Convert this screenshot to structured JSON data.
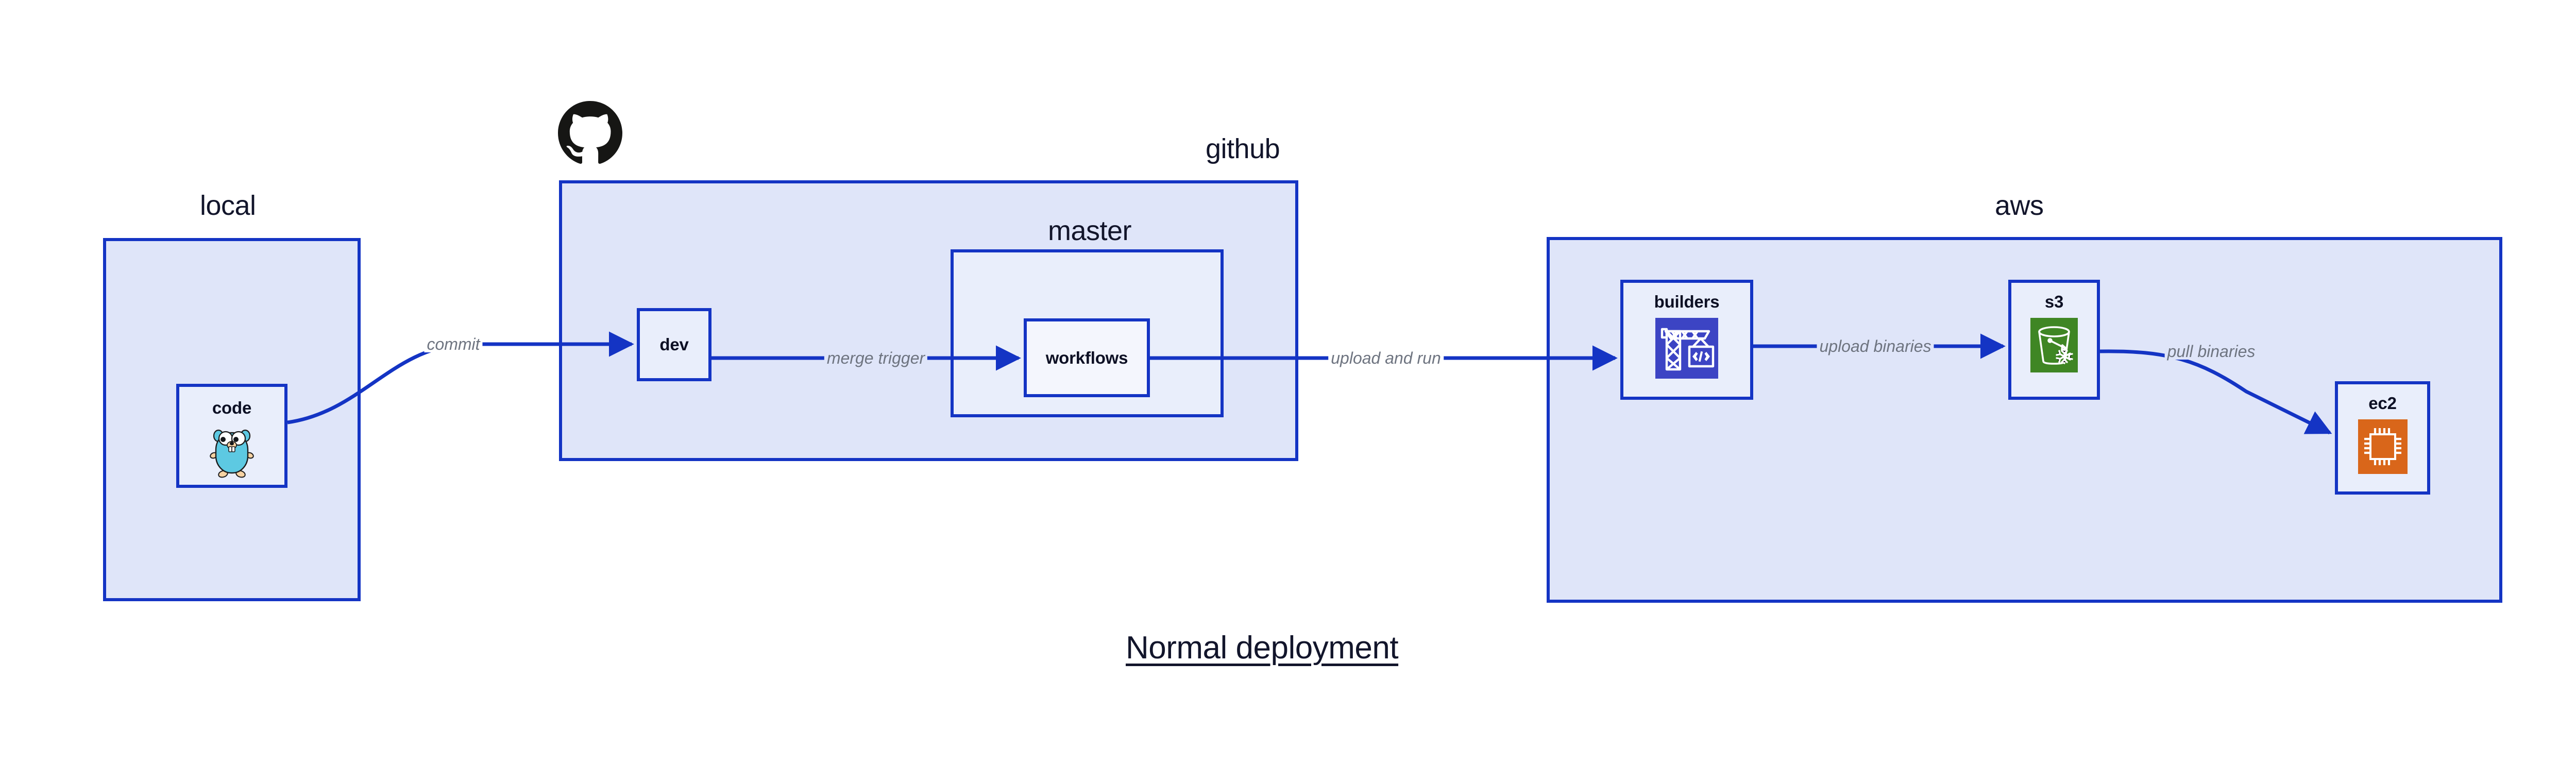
{
  "title": "Normal deployment",
  "colors": {
    "edge": "#1434c4",
    "border": "#1434c4",
    "group_fill": "#dfe5f9",
    "node_fill": "#e9eefb",
    "node_fill_light": "#f4f6fd",
    "label_text": "#12152b",
    "edge_label_text": "#6e7480",
    "octocat": "#161614",
    "gopher_body": "#5dc9e2",
    "gopher_limb": "#f6d2a2",
    "builders_icon_bg": "#3c44c4",
    "s3_icon_bg": "#3f8624",
    "ec2_icon_bg": "#d9661a"
  },
  "groups": [
    {
      "id": "local",
      "label": "local"
    },
    {
      "id": "github",
      "label": "github"
    },
    {
      "id": "master",
      "label": "master"
    },
    {
      "id": "aws",
      "label": "aws"
    }
  ],
  "nodes": [
    {
      "id": "code",
      "label": "code",
      "icon": "go-gopher-icon"
    },
    {
      "id": "dev",
      "label": "dev",
      "icon": "none"
    },
    {
      "id": "workflows",
      "label": "workflows",
      "icon": "none"
    },
    {
      "id": "builders",
      "label": "builders",
      "icon": "aws-codebuild-icon"
    },
    {
      "id": "s3",
      "label": "s3",
      "icon": "aws-s3-glacier-icon"
    },
    {
      "id": "ec2",
      "label": "ec2",
      "icon": "aws-ec2-icon"
    }
  ],
  "edges": [
    {
      "id": "code-to-dev",
      "label": "commit",
      "from": "code",
      "to": "dev"
    },
    {
      "id": "dev-to-workflows",
      "label": "merge trigger",
      "from": "dev",
      "to": "workflows"
    },
    {
      "id": "workflows-to-builders",
      "label": "upload and run",
      "from": "workflows",
      "to": "builders"
    },
    {
      "id": "builders-to-s3",
      "label": "upload binaries",
      "from": "builders",
      "to": "s3"
    },
    {
      "id": "s3-to-ec2",
      "label": "pull binaries",
      "from": "s3",
      "to": "ec2"
    }
  ],
  "logos": [
    {
      "id": "github-logo",
      "name": "github-octocat-icon"
    }
  ]
}
